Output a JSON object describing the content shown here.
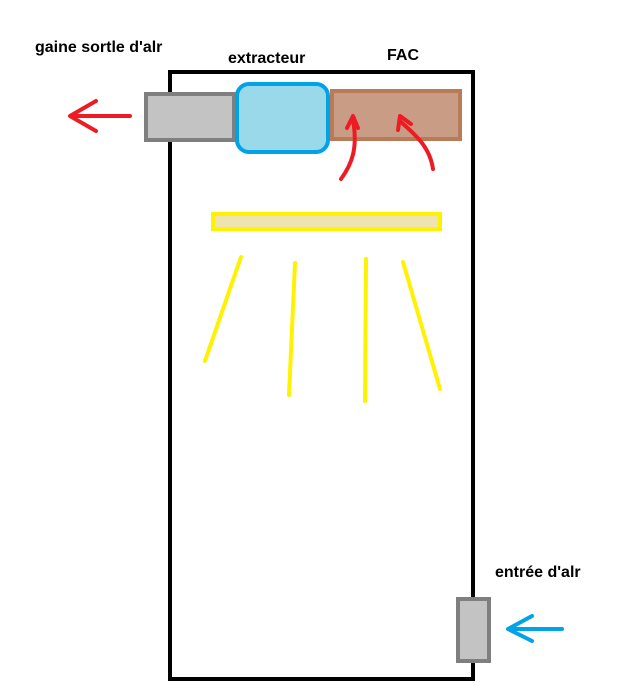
{
  "labels": {
    "duct_out": "gaine sortle d'alr",
    "extractor": "extracteur",
    "filter": "FAC",
    "air_inlet": "entrée d'alr"
  },
  "colors": {
    "enclosure": "#000000",
    "duct": "#c3c3c3",
    "duct_border": "#7f7f7f",
    "extractor_fill": "#99d9ea",
    "extractor_border": "#00a2e8",
    "filter_fill": "#c89c85",
    "filter_border": "#b97a57",
    "airflow_out": "#ed1c24",
    "airflow_in": "#00a2e8",
    "lamp": "#fff200",
    "lamp_fill": "#efe4b0"
  },
  "icons": [
    "arrow-left-icon",
    "curved-arrow-up-icon",
    "light-ray"
  ]
}
